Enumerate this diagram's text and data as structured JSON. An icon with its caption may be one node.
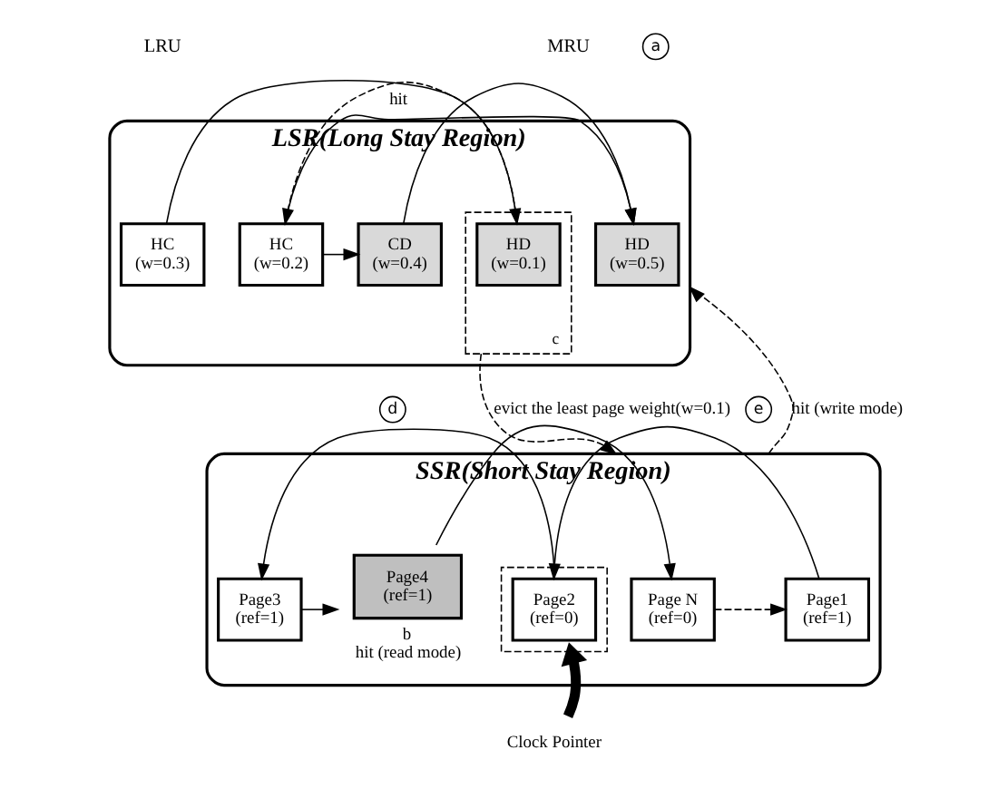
{
  "diagram": {
    "nodes": [
      {
        "text": [
          "LSR(Long Stay Region)"
        ]
      },
      {
        "text": [
          "HC",
          "(w=0.3)"
        ],
        "in": 0
      },
      {
        "text": [],
        "shape": "box",
        "in": 0,
        "beside": [
          "c"
        ]
      },
      {
        "text": [
          "HD",
          "(w=0.1)"
        ],
        "in": 2
      },
      {
        "text": [
          "HC",
          "(w=0.2)"
        ],
        "in": 0
      },
      {
        "text": [
          "CD",
          "(w=0.4)"
        ],
        "in": 0
      },
      {
        "text": [
          "HD",
          "(w=0.5)"
        ],
        "in": 0
      },
      {
        "text": [
          "SSR(Short Stay Region)"
        ]
      },
      {
        "text": [
          "Page1",
          "(ref=1)"
        ],
        "in": 7
      },
      {
        "text": [],
        "shape": "box",
        "in": 7
      },
      {
        "text": [
          "Page2",
          "(ref=0)"
        ],
        "in": 9
      },
      {
        "text": [
          "Page3",
          "(ref=1)"
        ],
        "in": 7
      },
      {
        "text": [
          "Page4",
          "(ref=1)"
        ],
        "in": 7,
        "beside": [
          "b",
          "hit (read mode)"
        ]
      },
      {
        "text": [
          "Page N",
          "(ref=0)"
        ],
        "in": 7
      },
      {
        "text": [
          "Clock Pointer"
        ]
      }
    ],
    "edges": [
      {
        "from": 1,
        "to": 3,
        "arrow": "to"
      },
      {
        "from": 3,
        "to": 4,
        "arrow": "to",
        "style": "dashed"
      },
      {
        "from": 4,
        "to": 5,
        "arrow": "to"
      },
      {
        "from": 5,
        "to": 6,
        "arrow": "to"
      },
      {
        "from": 4,
        "to": 6,
        "arrow": "to",
        "label": "hit"
      },
      {
        "from": 2,
        "to": 7,
        "arrow": "to",
        "style": "dashed",
        "label": "evict the least page weight(w=0.1)"
      },
      {
        "from": 7,
        "to": 0,
        "arrow": "to",
        "style": "dashed",
        "label": "hit (write mode)"
      },
      {
        "from": 8,
        "to": 10,
        "arrow": "to"
      },
      {
        "from": 10,
        "to": 11,
        "arrow": "to"
      },
      {
        "from": 11,
        "to": 12,
        "arrow": "to"
      },
      {
        "from": 12,
        "to": 13,
        "arrow": "to"
      },
      {
        "from": 13,
        "to": 8,
        "arrow": "to",
        "style": "dashed"
      },
      {
        "from": 14,
        "to": 9,
        "arrow": "to",
        "style": "thick"
      }
    ],
    "labels": [
      "LRU",
      "MRU",
      "a",
      "d",
      "e"
    ]
  }
}
